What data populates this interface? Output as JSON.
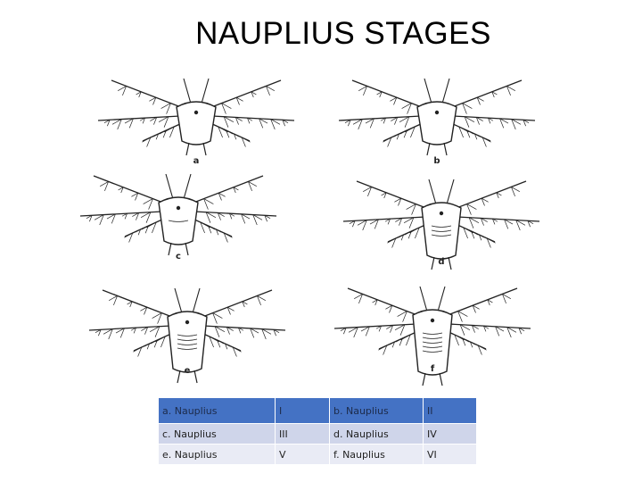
{
  "title": "NAUPLIUS STAGES",
  "specimens": [
    {
      "id": "a",
      "label": "a",
      "segments": 0
    },
    {
      "id": "b",
      "label": "b",
      "segments": 0
    },
    {
      "id": "c",
      "label": "c",
      "segments": 1
    },
    {
      "id": "d",
      "label": "d",
      "segments": 3
    },
    {
      "id": "e",
      "label": "e",
      "segments": 4
    },
    {
      "id": "f",
      "label": "f",
      "segments": 5
    }
  ],
  "legend": {
    "rows": [
      {
        "name1": "a. Nauplius",
        "stage1": "I",
        "name2": "b. Nauplius",
        "stage2": "II"
      },
      {
        "name1": "c. Nauplius",
        "stage1": "III",
        "name2": "d. Nauplius",
        "stage2": "IV"
      },
      {
        "name1": "e. Nauplius",
        "stage1": "V",
        "name2": "f. Nauplius",
        "stage2": "VI"
      }
    ]
  },
  "colors": {
    "header_row": "#4472c4",
    "row_band_1": "#cfd5ea",
    "row_band_2": "#e9ebf5",
    "ink": "#222222"
  }
}
